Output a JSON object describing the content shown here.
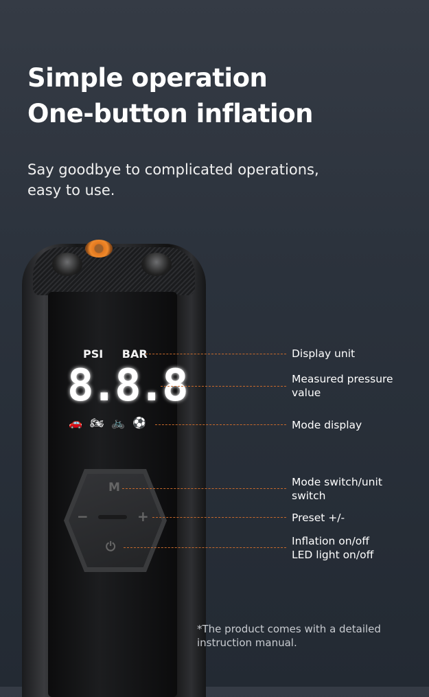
{
  "headline": {
    "line1": "Simple operation",
    "line2": "One-button inflation"
  },
  "subtitle": {
    "line1": "Say goodbye to complicated operations,",
    "line2": "easy to use."
  },
  "device": {
    "units": "PSI BAR",
    "digits": "8.8.8",
    "modes": "🚗 🏍 🚲 ⚽",
    "btn_mode": "M",
    "btn_minus": "−",
    "btn_plus": "+",
    "btn_power": "⏻"
  },
  "callouts": [
    {
      "label": "Display unit"
    },
    {
      "label": "Measured pressure value"
    },
    {
      "label": "Mode display"
    },
    {
      "label": "Mode switch/unit switch"
    },
    {
      "label": "Preset +/-"
    },
    {
      "label": "Inflation on/off LED light on/off"
    }
  ],
  "note": "*The product comes with a detailed instruction manual.",
  "colors": {
    "accent": "#c96a2b"
  }
}
